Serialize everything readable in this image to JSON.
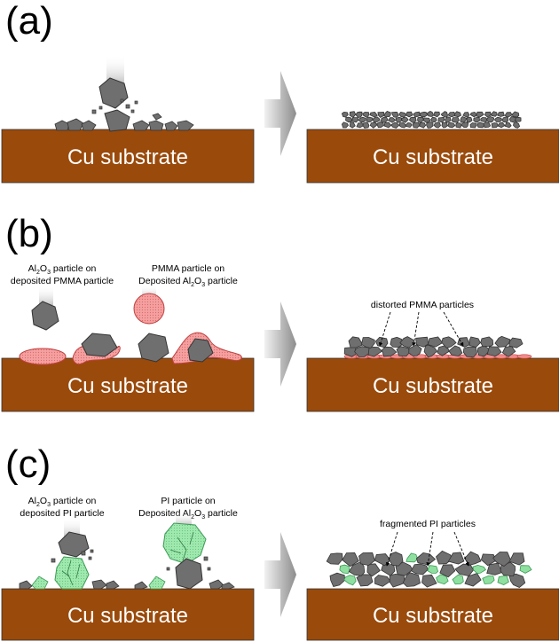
{
  "panels": [
    {
      "letter": "(a)",
      "left_substrate": "Cu substrate",
      "right_substrate": "Cu substrate"
    },
    {
      "letter": "(b)",
      "left_substrate": "Cu substrate",
      "right_substrate": "Cu substrate",
      "caption_1": {
        "line1": "Al2O3 particle on",
        "line1_pre": "Al",
        "line1_sub1": "2",
        "line1_mid": "O",
        "line1_sub2": "3",
        "line1_post": " particle on",
        "line2": "deposited PMMA particle"
      },
      "caption_2": {
        "line1": "PMMA particle on",
        "line2_pre": "Deposited Al",
        "line2_sub1": "2",
        "line2_mid": "O",
        "line2_sub2": "3",
        "line2_post": " particle"
      },
      "annotation": "distorted  PMMA particles"
    },
    {
      "letter": "(c)",
      "left_substrate": "Cu substrate",
      "right_substrate": "Cu substrate",
      "caption_1": {
        "line1_pre": "Al",
        "line1_sub1": "2",
        "line1_mid": "O",
        "line1_sub2": "3",
        "line1_post": " particle on",
        "line2": "deposited PI particle"
      },
      "caption_2": {
        "line1": "PI particle on",
        "line2_pre": "Deposited Al",
        "line2_sub1": "2",
        "line2_mid": "O",
        "line2_sub2": "3",
        "line2_post": " particle"
      },
      "annotation": "fragmented  PI particles"
    }
  ],
  "colors": {
    "substrate": "#9a4a0b",
    "ceramic": "#6f6f6f",
    "pmma": "#f28c8c",
    "pi": "#8fe0a0",
    "arrow": "#9a9a9a"
  }
}
